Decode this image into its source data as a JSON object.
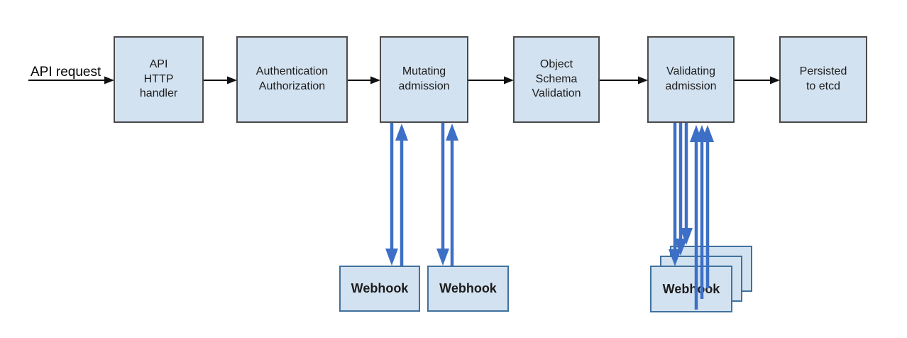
{
  "diagram": {
    "request_label": "API request",
    "stages": [
      {
        "label": "API\nHTTP\nhandler"
      },
      {
        "label": "Authentication\nAuthorization"
      },
      {
        "label": "Mutating\nadmission"
      },
      {
        "label": "Object\nSchema\nValidation"
      },
      {
        "label": "Validating\nadmission"
      },
      {
        "label": "Persisted\nto etcd"
      }
    ],
    "mutating_webhooks": [
      {
        "label": "Webhook"
      },
      {
        "label": "Webhook"
      }
    ],
    "validating_webhook_stack": {
      "front_label": "Webhook",
      "stacked_count": 3
    },
    "colors": {
      "box_fill": "#d3e2f1",
      "stage_border": "#4a4a4a",
      "webhook_border": "#41719c",
      "flow_arrow": "#111111",
      "webhook_arrow": "#3d6fc6"
    }
  }
}
